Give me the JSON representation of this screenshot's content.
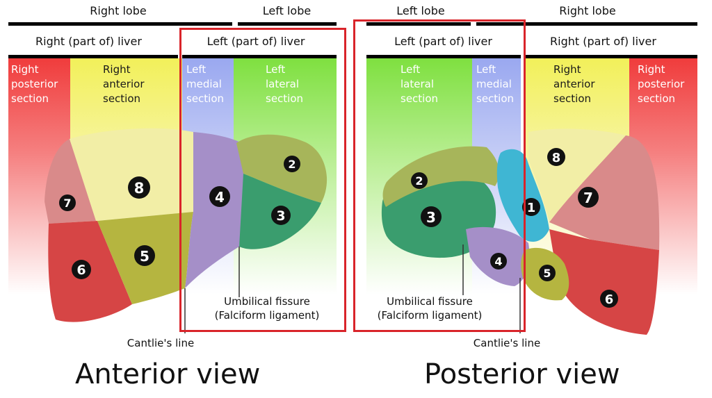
{
  "anterior": {
    "lobes": {
      "right": "Right lobe",
      "left": "Left lobe"
    },
    "parts": {
      "right": "Right (part of) liver",
      "left": "Left (part of) liver"
    },
    "sections": {
      "right_posterior": "Right\nposterior\nsection",
      "right_anterior": "Right\nanterior\nsection",
      "left_medial": "Left\nmedial\nsection",
      "left_lateral": "Left\nlateral\nsection"
    },
    "segments": [
      "7",
      "8",
      "4",
      "2",
      "3",
      "6",
      "5"
    ],
    "umbilical_fissure": "Umbilical fissure\n(Falciform ligament)",
    "cantlie_line": "Cantlie's line",
    "view_title": "Anterior view"
  },
  "posterior": {
    "lobes": {
      "left": "Left lobe",
      "right": "Right lobe"
    },
    "parts": {
      "left": "Left (part of) liver",
      "right": "Right (part of) liver"
    },
    "sections": {
      "left_lateral": "Left\nlateral\nsection",
      "left_medial": "Left\nmedial\nsection",
      "right_anterior": "Right\nanterior\nsection",
      "right_posterior": "Right\nposterior\nsection"
    },
    "segments": [
      "2",
      "3",
      "1",
      "8",
      "7",
      "4",
      "5",
      "6"
    ],
    "umbilical_fissure": "Umbilical fissure\n(Falciform ligament)",
    "cantlie_line": "Cantlie's line",
    "view_title": "Posterior view"
  },
  "colors": {
    "segment_1": "#3fb6d3",
    "segment_2_3_4_green": "#3a9d6e",
    "segment_2_olive": "#a7b55a",
    "segment_4_purple": "#a58fc8",
    "segment_5_olive": "#b5b540",
    "segment_6_red": "#d64545",
    "segment_7_pink": "#d98a8a",
    "segment_8_cream": "#f2eea6",
    "band_red": "#f03c3c",
    "band_yellow": "#f2f05a",
    "band_blue": "#9aa8f0",
    "band_green": "#7fe040",
    "outline_red": "#d9242a"
  }
}
